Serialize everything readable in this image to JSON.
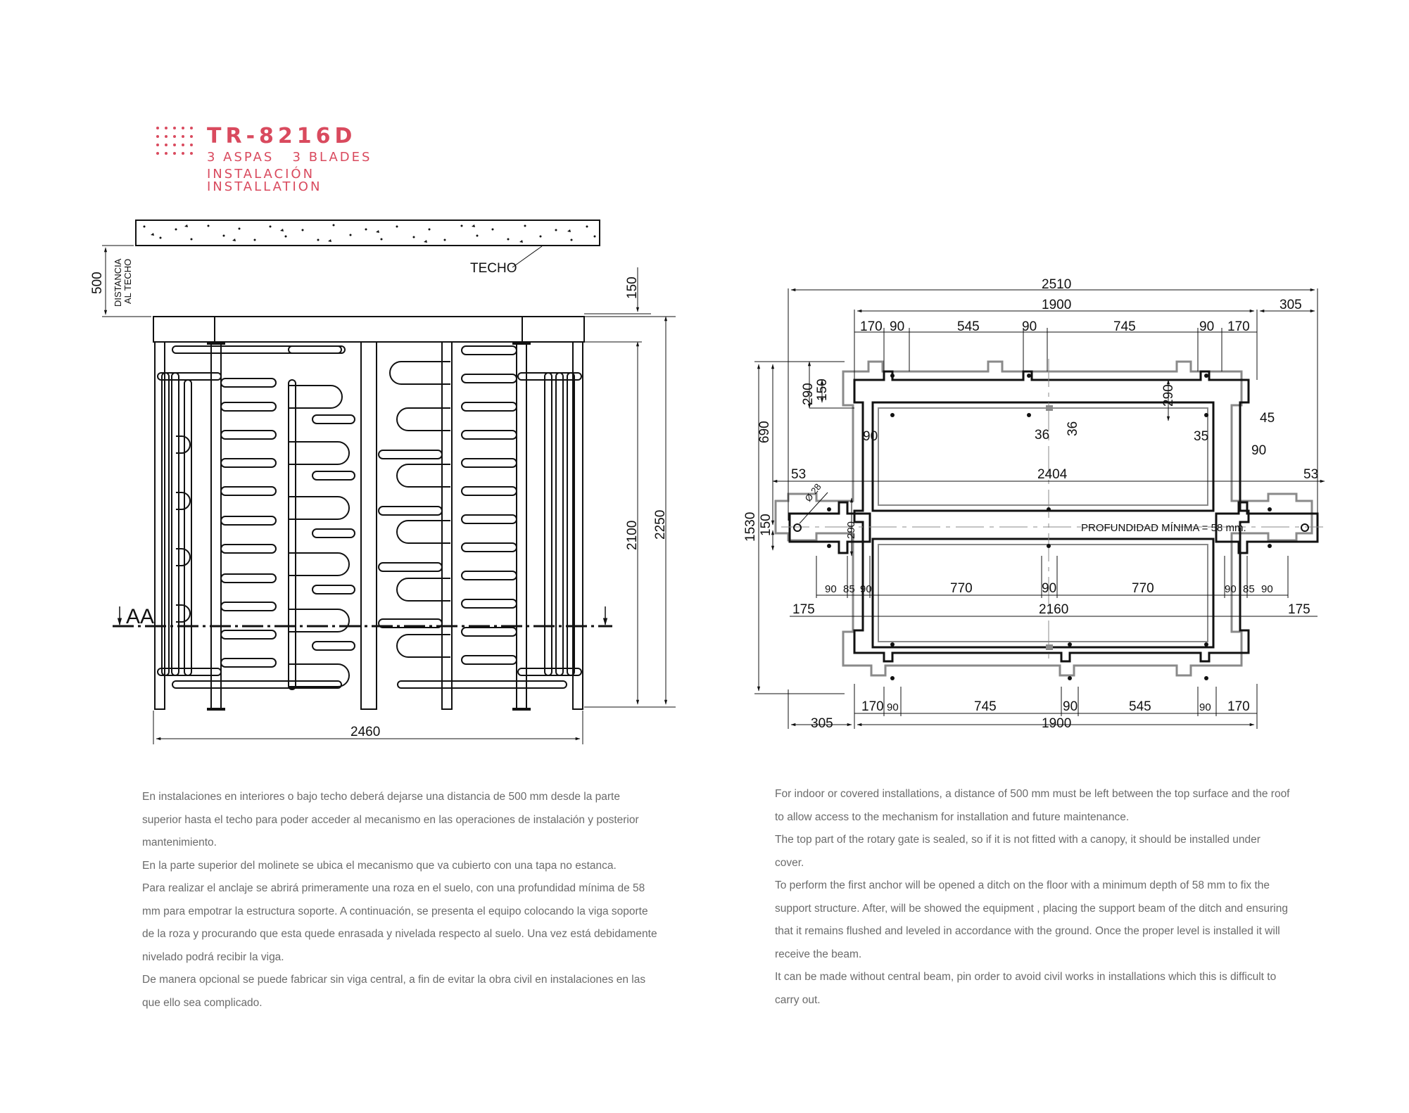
{
  "header": {
    "model": "TR-8216D",
    "subtitle_1": "3 ASPAS   3 BLADES",
    "subtitle_2": "INSTALACIÓN",
    "subtitle_3": "INSTALLATION",
    "accent_color": "#d94a5e"
  },
  "elevation": {
    "ceiling_label": "TECHO",
    "clearance_value": "500",
    "clearance_label_1": "DISTANCIA",
    "clearance_label_2": "AL TECHO",
    "top_height": "150",
    "gate_height": "2100",
    "total_height": "2250",
    "width": "2460",
    "section_label": "AA"
  },
  "plan": {
    "total_width": "2510",
    "beam_width": "1900",
    "right_offset": "305",
    "top_170_left": "170",
    "top_90_a": "90",
    "top_545": "545",
    "top_90_b": "90",
    "top_745": "745",
    "top_90_c": "90",
    "top_170_right": "170",
    "left_290": "290",
    "left_150": "150",
    "left_690": "690",
    "left_1530": "1530",
    "left_150_b": "150",
    "left_290_b": "290",
    "inner_290": "290",
    "inner_36_a": "36",
    "inner_36_b": "36",
    "inner_35": "35",
    "right_45": "45",
    "right_90": "90",
    "left_90": "90",
    "left_53": "53",
    "right_53": "53",
    "center_2404": "2404",
    "hole_diameter": "Ø 28",
    "depth_note": "PROFUNDIDAD MÍNIMA = 58 mm.",
    "mid_90_a": "90",
    "mid_85_a": "85",
    "mid_90_b": "90",
    "mid_770_a": "770",
    "mid_90_c": "90",
    "mid_770_b": "770",
    "mid_90_d": "90",
    "mid_85_b": "85",
    "mid_90_e": "90",
    "left_175": "175",
    "center_2160": "2160",
    "right_175": "175",
    "bot_170_left": "170",
    "bot_90_a": "90",
    "bot_745": "745",
    "bot_90_b": "90",
    "bot_545": "545",
    "bot_90_c": "90",
    "bot_170_right": "170",
    "bot_305": "305",
    "bot_1900": "1900"
  },
  "text_es": [
    "En instalaciones en interiores o bajo techo deberá dejarse una distancia de 500 mm desde la parte superior hasta el techo para poder acceder al mecanismo en las operaciones de instalación y posterior mantenimiento.",
    "En la parte superior del molinete se ubica el mecanismo que va cubierto con una tapa no estanca.",
    "Para realizar el anclaje se abrirá primeramente una roza en el suelo, con una profundidad mínima de 58 mm para empotrar la estructura soporte. A continuación, se presenta el equipo colocando la viga soporte de la roza y procurando que esta quede enrasada y nivelada respecto al suelo. Una vez está debidamente nivelado podrá recibir la viga.",
    "De manera opcional se puede fabricar sin viga central, a fin de evitar la obra civil en instalaciones en las que ello sea complicado."
  ],
  "text_en": [
    "For indoor or covered installations, a distance of 500 mm must be left between the top surface and the roof to allow access to the mechanism for installation and future maintenance.",
    "The top part of the rotary gate is sealed, so if it is not fitted with a canopy, it should be installed under cover.",
    "To perform the first anchor will be opened a ditch on the floor with a minimum depth of 58 mm to fix the support structure. After, will be showed the equipment , placing the support beam of the ditch and ensuring that it remains flushed and leveled in accordance with the ground. Once the proper level is installed it will receive the beam.",
    "It can be made without central beam, pin order to avoid civil works in installations which this is difficult to carry out."
  ]
}
